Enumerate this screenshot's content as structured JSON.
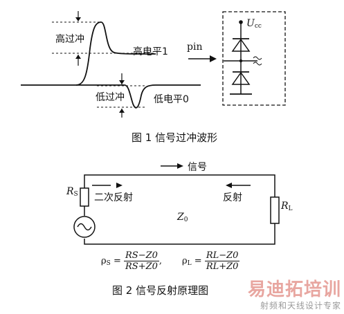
{
  "fig1": {
    "overshoot_high": "高过冲",
    "level_high": "高电平1",
    "arrow_label": "pin",
    "overshoot_low": "低过冲",
    "level_low": "低电平0",
    "supply": "U",
    "supply_sub": "cc",
    "caption": "图 1   信号过冲波形"
  },
  "fig2": {
    "signal_label": "信号",
    "rs": "R",
    "rs_sub": "S",
    "secondary_reflection": "二次反射",
    "reflection": "反射",
    "z0": "Z",
    "z0_sub": "0",
    "rl": "R",
    "rl_sub": "L",
    "formula_s_lhs": "ρ",
    "formula_s_lhs_sub": "S",
    "formula_s_num": "RS−Z0",
    "formula_s_den": "RS+Z0",
    "formula_sep": ",",
    "formula_l_lhs": "ρ",
    "formula_l_lhs_sub": "L",
    "formula_l_num": "RL−Z0",
    "formula_l_den": "RL+Z0",
    "caption": "图 2   信号反射原理图"
  },
  "watermark": {
    "main": "易迪拓培训",
    "sub": "射频和天线设计专家"
  }
}
